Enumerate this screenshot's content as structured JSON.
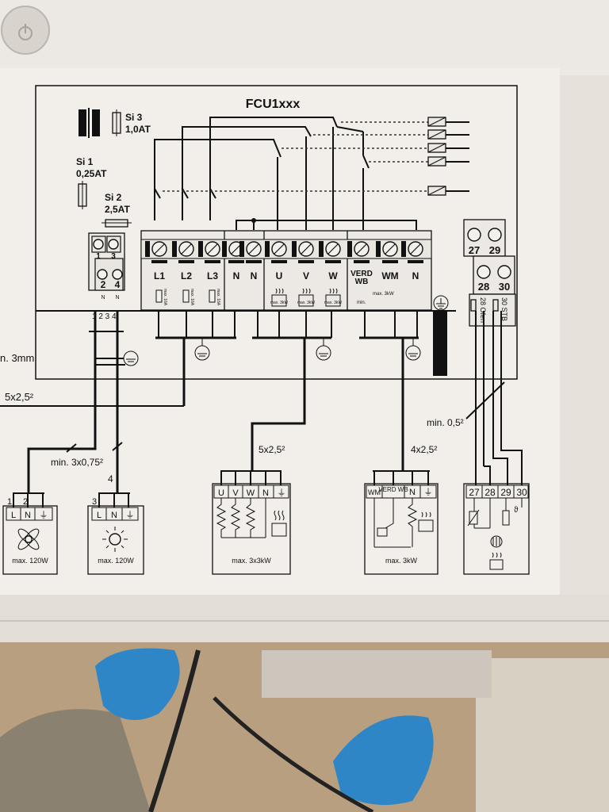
{
  "diagram": {
    "title": "FCU1xxx",
    "fuses": {
      "si3": {
        "name": "Si 3",
        "rating": "1,0AT"
      },
      "si1": {
        "name": "Si 1",
        "rating": "0,25AT"
      },
      "si2": {
        "name": "Si 2",
        "rating": "2,5AT"
      }
    },
    "left_terminals": {
      "top": [
        "1",
        "3"
      ],
      "bottom": [
        "2",
        "4"
      ],
      "sub": [
        "N",
        "N"
      ],
      "wire_numbers": "1 2 3 4"
    },
    "main_terminals": {
      "labels": [
        "L1",
        "L2",
        "L3",
        "N",
        "N",
        "U",
        "V",
        "W",
        "VERD\nWB",
        "WM",
        "N"
      ],
      "fuse_text": "max. 16A",
      "heater_text": "max. 3kW",
      "verd_min": "min.",
      "verd_max": "max. 3kW"
    },
    "right_terminals": {
      "top": [
        "27",
        "29"
      ],
      "bottom": [
        "28",
        "30"
      ],
      "label_28": "28 Ofen",
      "label_30": "30 STB"
    },
    "cables": {
      "left_edge_thickness": "n. 3mm",
      "left_edge_cable": "5x2,5²",
      "mid_left": "min. 3x0,75²",
      "fan_number": "4",
      "heater_cable": "5x2,5²",
      "evap_cable": "4x2,5²",
      "sensor_cable": "min. 0,5²"
    },
    "devices": {
      "fan": {
        "numbers": [
          "1",
          "2"
        ],
        "pins": [
          "L",
          "N",
          "⏚"
        ],
        "rating": "max. 120W"
      },
      "light": {
        "numbers": [
          "3"
        ],
        "pins": [
          "L",
          "N",
          "⏚"
        ],
        "rating": "max. 120W"
      },
      "heater": {
        "pins": [
          "U",
          "V",
          "W",
          "N",
          "⏚"
        ],
        "rating": "max. 3x3kW"
      },
      "evaporator": {
        "pins": [
          "WM",
          "VERD\nWB",
          "N",
          "⏚"
        ],
        "rating": "max. 3kW"
      },
      "sensor": {
        "pins": [
          "27",
          "28",
          "29",
          "30"
        ],
        "theta": "ϑ"
      }
    }
  }
}
